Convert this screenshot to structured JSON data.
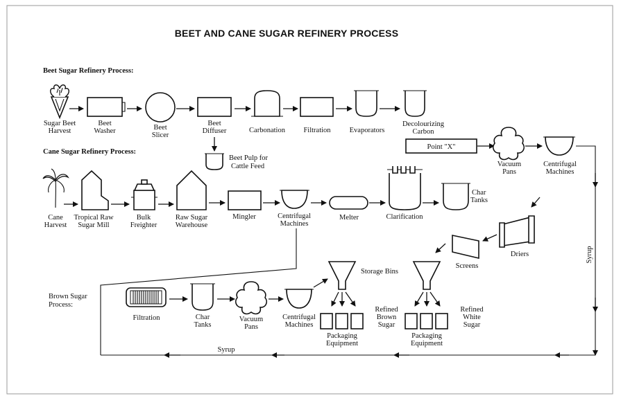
{
  "title": "BEET AND CANE SUGAR REFINERY PROCESS",
  "sections": {
    "beet": "Beet Sugar Refinery Process:",
    "cane": "Cane Sugar Refinery Process:",
    "brown_1": "Brown Sugar",
    "brown_2": "Process:"
  },
  "beet": {
    "harvest_1": "Sugar Beet",
    "harvest_2": "Harvest",
    "washer_1": "Beet",
    "washer_2": "Washer",
    "slicer_1": "Beet",
    "slicer_2": "Slicer",
    "diffuser_1": "Beet",
    "diffuser_2": "Diffuser",
    "carbonation": "Carbonation",
    "filtration": "Filtration",
    "evaporators": "Evaporators",
    "decolor_1": "Decolourizing",
    "decolor_2": "Carbon",
    "pulp_1": "Beet Pulp for",
    "pulp_2": "Cattle Feed"
  },
  "point_x": "Point \"X\"",
  "vacuum_1": "Vacuum",
  "vacuum_2": "Pans",
  "centrifugal_1": "Centrifugal",
  "centrifugal_2": "Machines",
  "cane": {
    "harvest_1": "Cane",
    "harvest_2": "Harvest",
    "mill_1": "Tropical Raw",
    "mill_2": "Sugar Mill",
    "freighter_1": "Bulk",
    "freighter_2": "Freighter",
    "warehouse_1": "Raw Sugar",
    "warehouse_2": "Warehouse",
    "mingler": "Mingler",
    "centrifugal_1": "Centrifugal",
    "centrifugal_2": "Machines",
    "melter": "Melter",
    "clarification": "Clarification",
    "char_1": "Char",
    "char_2": "Tanks"
  },
  "dry": {
    "screens": "Screens",
    "driers": "Driers",
    "syrup": "Syrup"
  },
  "brown": {
    "filtration": "Filtration",
    "char_1": "Char",
    "char_2": "Tanks",
    "vacuum_1": "Vacuum",
    "vacuum_2": "Pans",
    "centrifugal_1": "Centrifugal",
    "centrifugal_2": "Machines",
    "storage": "Storage Bins",
    "pack1_1": "Packaging",
    "pack1_2": "Equipment",
    "refined_brown_1": "Refined",
    "refined_brown_2": "Brown",
    "refined_brown_3": "Sugar",
    "pack2_1": "Packaging",
    "pack2_2": "Equipment",
    "refined_white_1": "Refined",
    "refined_white_2": "White",
    "refined_white_3": "Sugar",
    "syrup": "Syrup"
  }
}
